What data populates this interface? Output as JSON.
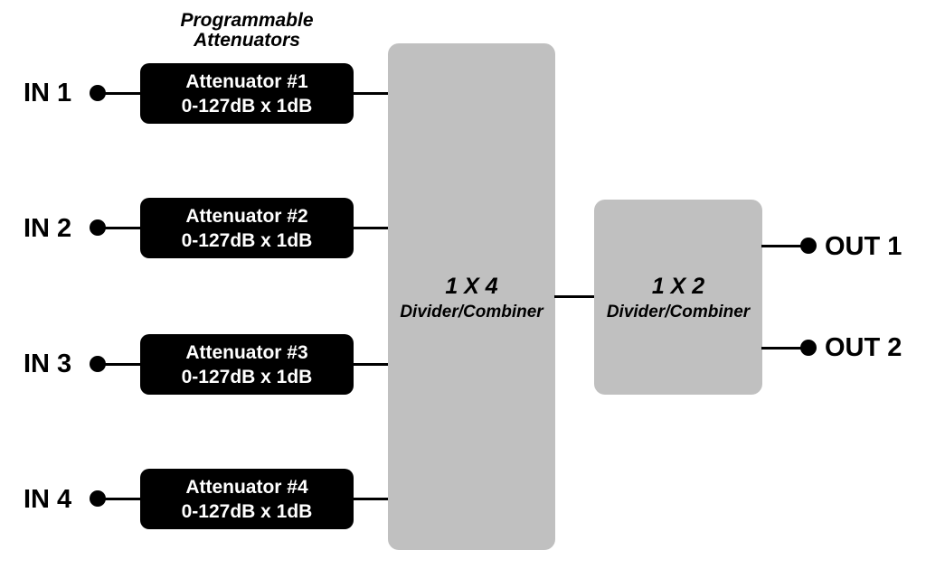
{
  "heading": {
    "line1": "Programmable",
    "line2": "Attenuators"
  },
  "inputs": [
    {
      "label": "IN 1",
      "attenuator": "Attenuator #1",
      "range": "0-127dB x 1dB"
    },
    {
      "label": "IN 2",
      "attenuator": "Attenuator #2",
      "range": "0-127dB x 1dB"
    },
    {
      "label": "IN 3",
      "attenuator": "Attenuator #3",
      "range": "0-127dB x 1dB"
    },
    {
      "label": "IN 4",
      "attenuator": "Attenuator #4",
      "range": "0-127dB x 1dB"
    }
  ],
  "divider_main": {
    "ratio": "1 X 4",
    "label": "Divider/Combiner"
  },
  "divider_out": {
    "ratio": "1 X 2",
    "label": "Divider/Combiner"
  },
  "outputs": [
    {
      "label": "OUT 1"
    },
    {
      "label": "OUT 2"
    }
  ],
  "colors": {
    "attenuator_fill": "#000000",
    "divider_fill": "#c0c0c0",
    "background": "#ffffff"
  }
}
